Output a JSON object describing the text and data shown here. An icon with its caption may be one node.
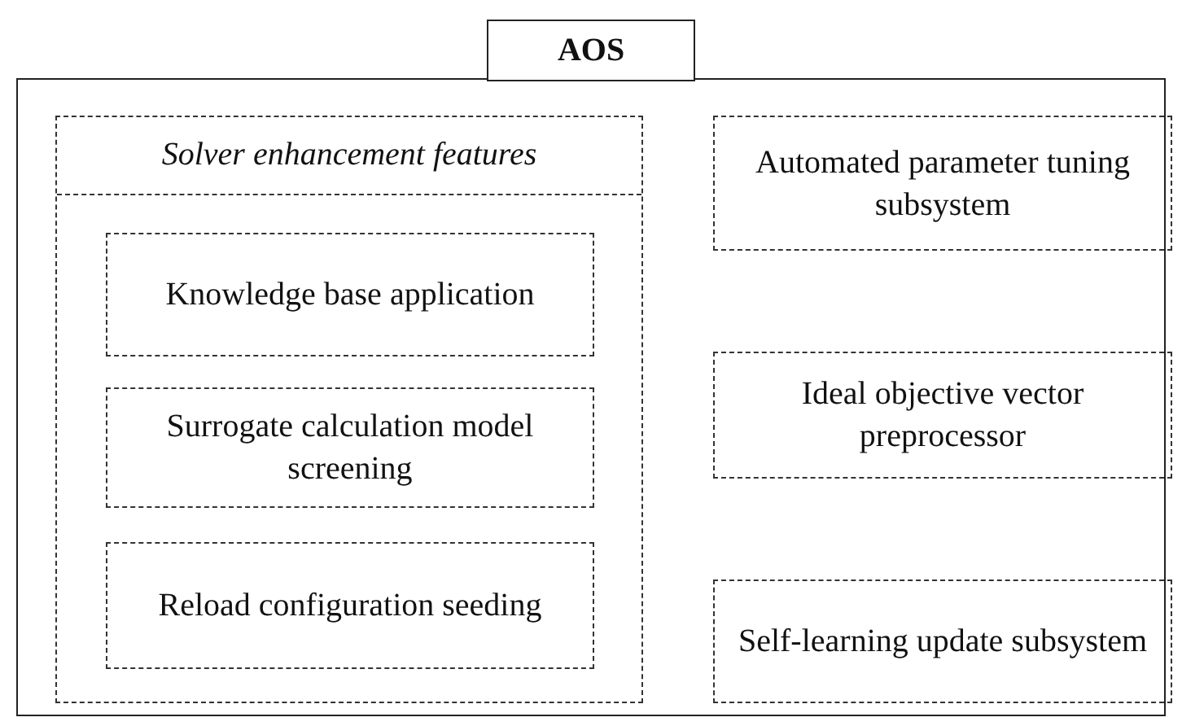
{
  "diagram": {
    "nodes": [
      {
        "text": [
          "AOS"
        ]
      },
      {
        "text": [
          "Solver enhancement features"
        ],
        "in": 0
      },
      {
        "text": [
          "Knowledge base application"
        ],
        "in": 1
      },
      {
        "text": [
          "Surrogate calculation model screening"
        ],
        "in": 1
      },
      {
        "text": [
          "Reload configuration seeding"
        ],
        "in": 1
      },
      {
        "text": [
          "Automated parameter tuning subsystem"
        ],
        "in": 0
      },
      {
        "text": [
          "Ideal objective vector preprocessor"
        ],
        "in": 0
      },
      {
        "text": [
          "Self-learning update subsystem"
        ],
        "in": 0
      }
    ]
  }
}
